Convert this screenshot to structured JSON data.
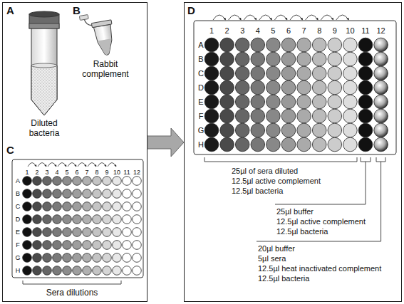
{
  "diagram": {
    "nodes": [
      {
        "text": [
          "A",
          "Diluted bacteria",
          "B",
          "Rabbit complement",
          "C",
          "Sera dilutions"
        ]
      },
      {
        "text": [
          "D",
          "25µl of sera diluted",
          "12.5µl active complement",
          "12.5µl bacteria",
          "25µl buffer",
          "12.5µl active complement",
          "12.5µl bacteria",
          "20µl buffer",
          "5µl sera",
          "12.5µl heat inactivated complement",
          "12.5µl bacteria"
        ]
      }
    ],
    "edges": [
      {
        "from": 0,
        "to": 1,
        "arrow": "to"
      }
    ],
    "labels": [
      "1",
      "2",
      "3",
      "4",
      "5",
      "6",
      "7",
      "8",
      "9",
      "10",
      "11",
      "12",
      "A",
      "B",
      "C",
      "D",
      "E",
      "F",
      "G",
      "H",
      "1",
      "2",
      "3",
      "4",
      "5",
      "6",
      "7",
      "8",
      "9",
      "10",
      "11",
      "12",
      "A",
      "B",
      "C",
      "D",
      "E",
      "F",
      "G",
      "H"
    ]
  }
}
